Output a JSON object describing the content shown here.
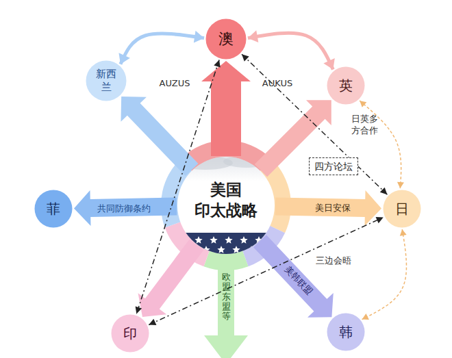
{
  "diagram": {
    "nodes": [
      {
        "text": [
          "澳"
        ]
      },
      {
        "text": [
          "新西兰"
        ]
      },
      {
        "text": [
          "英"
        ]
      },
      {
        "text": [
          "四方论坛"
        ]
      },
      {
        "text": [
          "菲"
        ]
      },
      {
        "text": [
          "美国 印太战略"
        ]
      },
      {
        "text": [
          "日"
        ]
      },
      {
        "text": [
          "印"
        ]
      },
      {
        "text": [
          "韩"
        ]
      }
    ],
    "edges": [
      {
        "from": 5,
        "to": 0,
        "arrow": "to"
      },
      {
        "from": 5,
        "to": 1,
        "arrow": "to"
      },
      {
        "from": 5,
        "to": 2,
        "arrow": "to"
      },
      {
        "from": 5,
        "to": 4,
        "label": "共同防御条约",
        "arrow": "to"
      },
      {
        "from": 5,
        "to": 6,
        "label": "美日安保",
        "arrow": "to"
      },
      {
        "from": 5,
        "to": 8,
        "label": "美韩联盟",
        "arrow": "to"
      },
      {
        "from": 5,
        "to": 7,
        "arrow": "to"
      },
      {
        "from": 1,
        "to": 0,
        "arrow": "both"
      },
      {
        "from": 0,
        "to": 2,
        "arrow": "both"
      },
      {
        "from": 2,
        "to": 6,
        "arrow": "both"
      },
      {
        "from": 6,
        "to": 8,
        "arrow": "both"
      },
      {
        "from": 0,
        "to": 6,
        "arrow": "both"
      },
      {
        "from": 0,
        "to": 7,
        "arrow": "both"
      },
      {
        "from": 7,
        "to": 6,
        "arrow": "both"
      }
    ],
    "labels": [
      "AUZUS",
      "AUKUS",
      "日英多方合作",
      "三边会晤",
      "欧盟东盟等"
    ]
  }
}
